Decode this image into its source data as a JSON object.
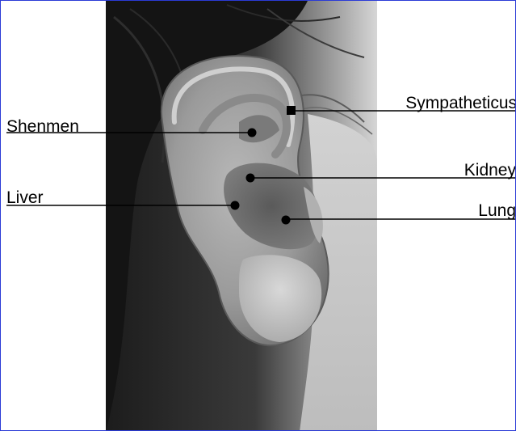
{
  "labels": {
    "shenmen": "Shenmen",
    "liver": "Liver",
    "sympatheticus": "Sympatheticus",
    "kidney": "Kidney",
    "lung": "Lung"
  },
  "colors": {
    "frame": "#2b3bd6",
    "ink": "#000000",
    "background": "#ffffff"
  },
  "photo": {
    "subject": "ear-photo"
  }
}
